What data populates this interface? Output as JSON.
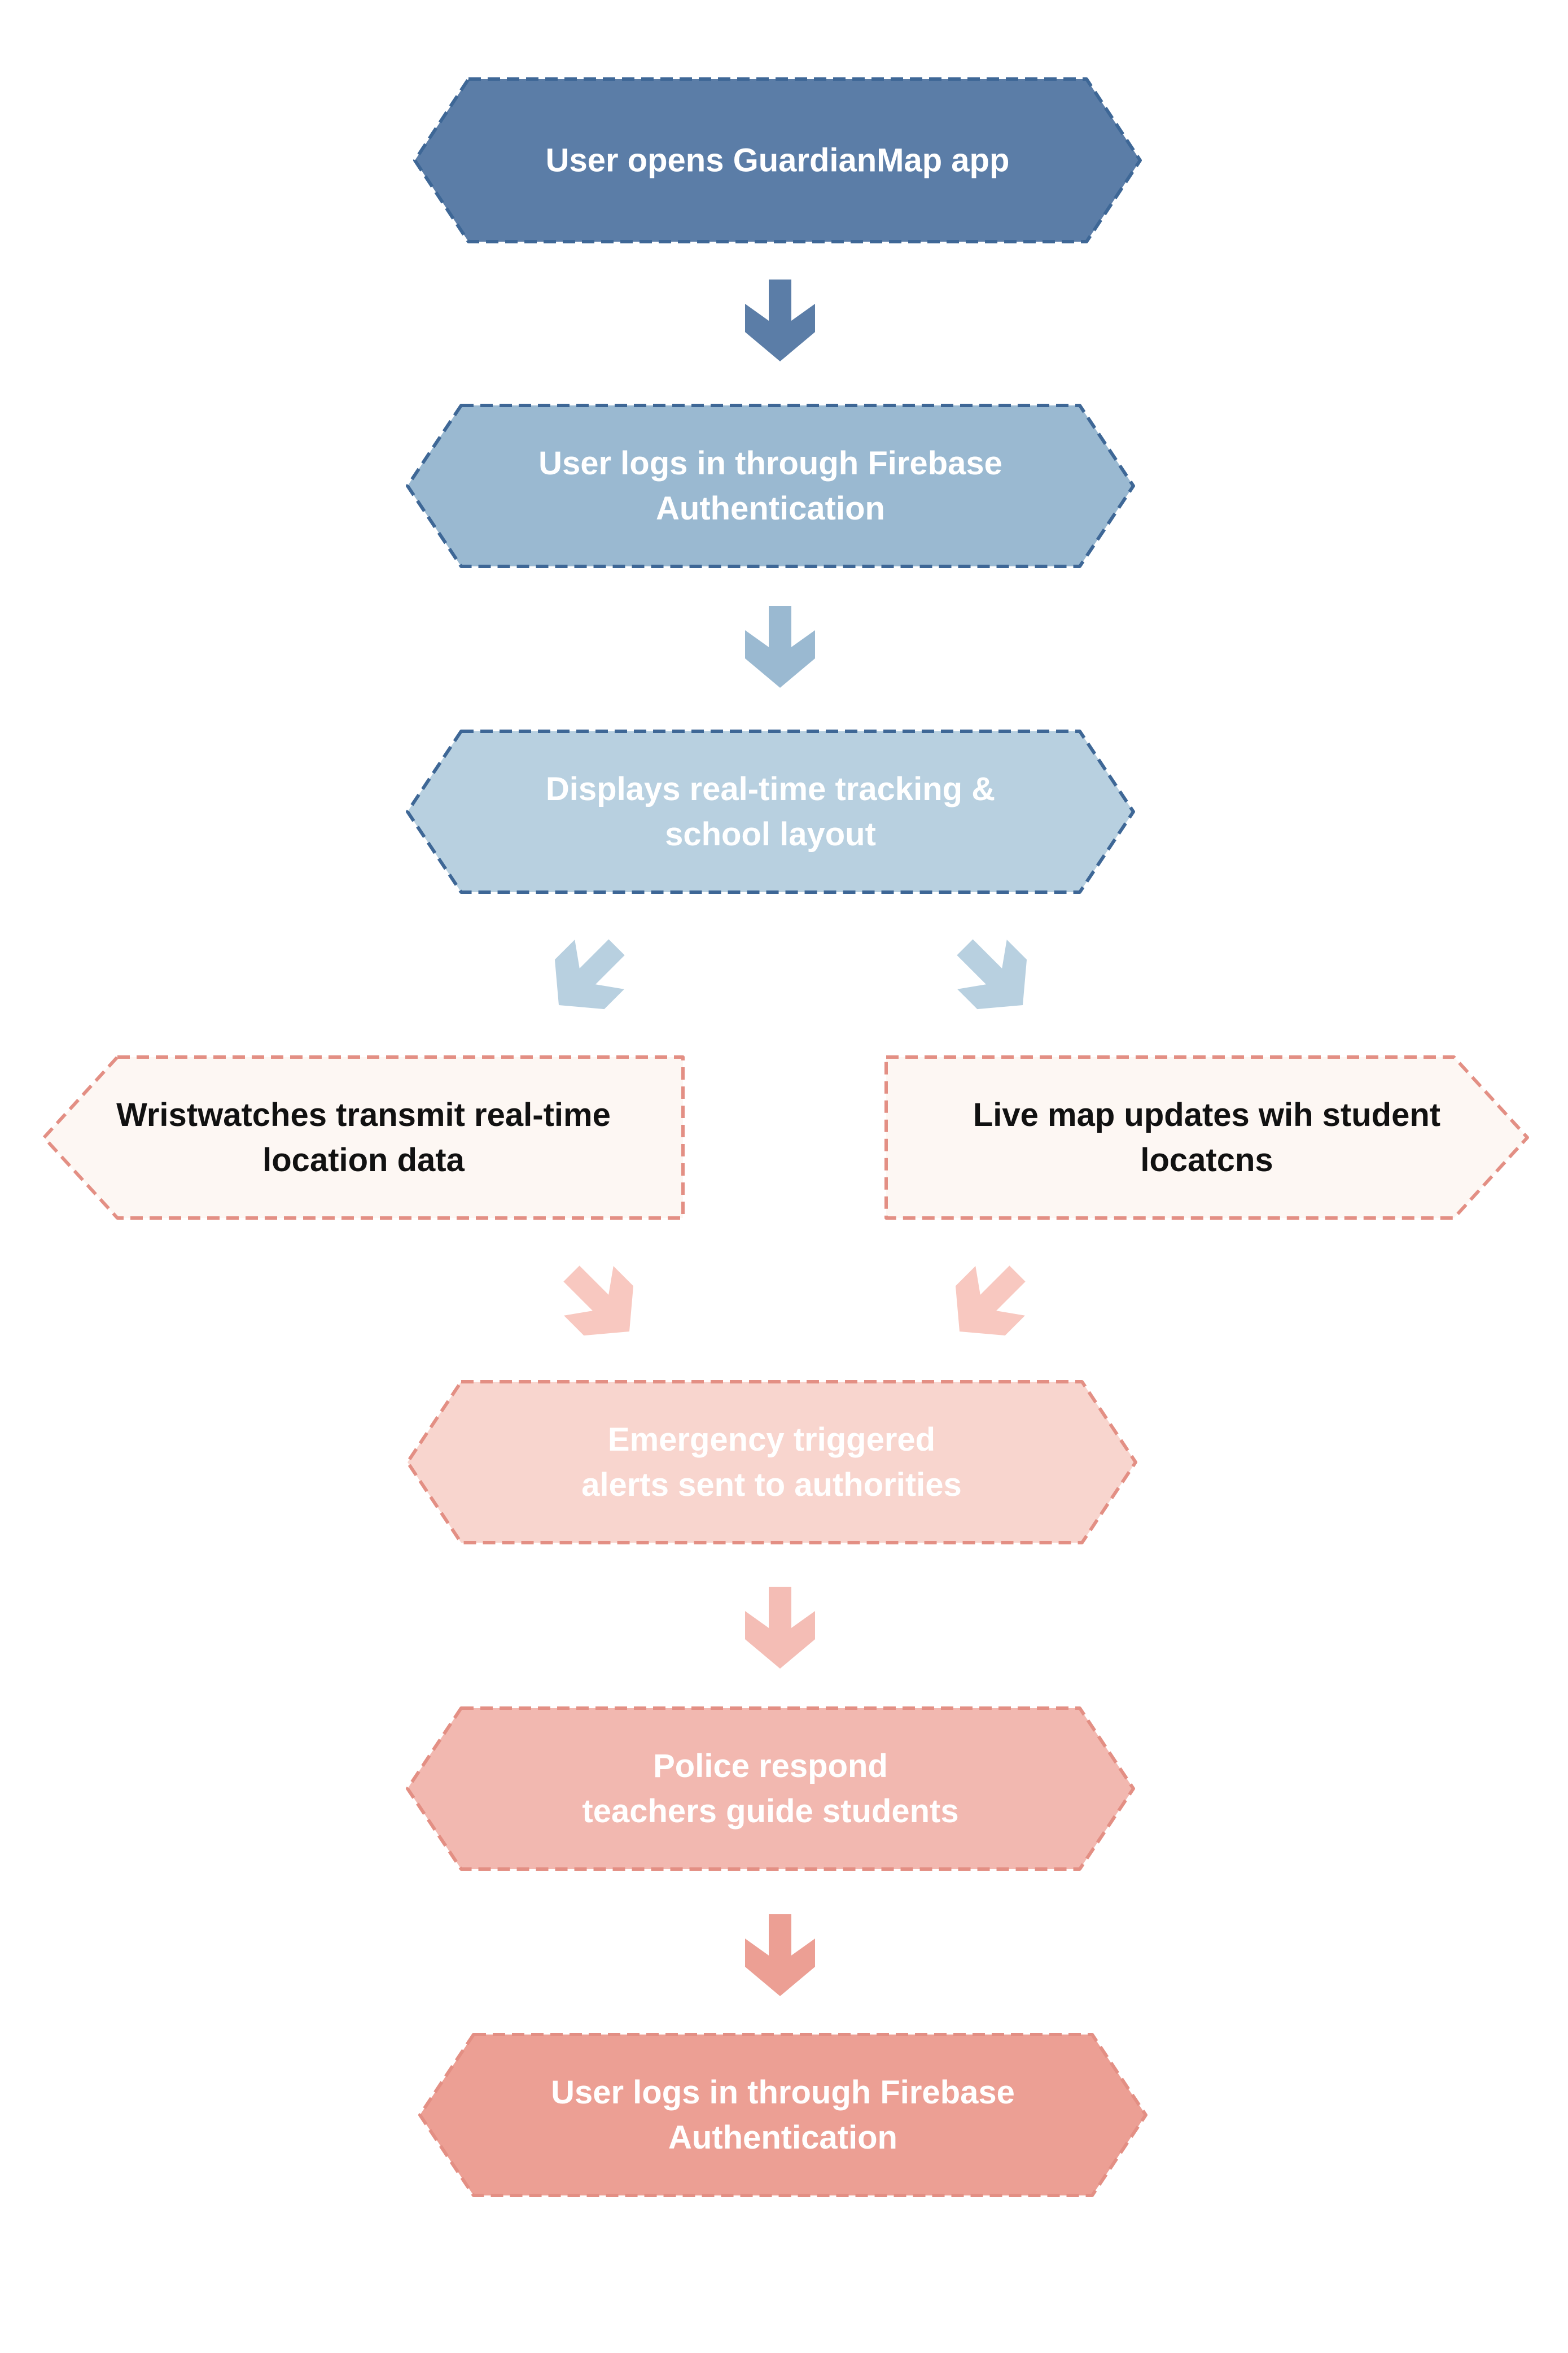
{
  "colors": {
    "background": "#ffffff",
    "dash_blue": "#3e6796",
    "dash_red": "#e38f84",
    "text_light": "#ffffff",
    "text_dark": "#111111"
  },
  "nodes": [
    {
      "id": "n1",
      "lines": [
        "User opens GuardianMap app"
      ],
      "shape": "hexagon",
      "fill": "#5b7da7",
      "stroke": "#3e6796",
      "text_color": "#ffffff"
    },
    {
      "id": "n2",
      "lines": [
        "User logs in through Firebase",
        "Authentication"
      ],
      "shape": "hexagon",
      "fill": "#9ab9d1",
      "stroke": "#3e6796",
      "text_color": "#ffffff"
    },
    {
      "id": "n3",
      "lines": [
        "Displays real-time tracking &",
        "school layout"
      ],
      "shape": "hexagon",
      "fill": "#b8d0e0",
      "stroke": "#3e6796",
      "text_color": "#ffffff"
    },
    {
      "id": "n4",
      "lines": [
        "Wristwatches transmit real-time",
        "location data"
      ],
      "shape": "pentagon-left",
      "fill": "#fdf7f3",
      "stroke": "#e38f84",
      "text_color": "#111111"
    },
    {
      "id": "n5",
      "lines": [
        "Live map updates wih student",
        "locatcns"
      ],
      "shape": "pentagon-right",
      "fill": "#fdf7f3",
      "stroke": "#e38f84",
      "text_color": "#111111"
    },
    {
      "id": "n6",
      "lines": [
        "Emergency triggered",
        "alerts sent to authorities"
      ],
      "shape": "hexagon",
      "fill": "#f8d5ce",
      "stroke": "#e38f84",
      "text_color": "#ffffff"
    },
    {
      "id": "n7",
      "lines": [
        "Police respond",
        "teachers guide students"
      ],
      "shape": "hexagon",
      "fill": "#f2b8b0",
      "stroke": "#e38f84",
      "text_color": "#ffffff"
    },
    {
      "id": "n8",
      "lines": [
        "User logs in through Firebase",
        "Authentication"
      ],
      "shape": "hexagon",
      "fill": "#ec9f94",
      "stroke": "#e38f84",
      "text_color": "#ffffff"
    }
  ],
  "arrows": [
    {
      "id": "a1",
      "from": "n1",
      "to": "n2",
      "direction": "down",
      "color": "#5b7da7"
    },
    {
      "id": "a2",
      "from": "n2",
      "to": "n3",
      "direction": "down",
      "color": "#9ab9d1"
    },
    {
      "id": "a3",
      "from": "n3",
      "to": "n4",
      "direction": "down-left",
      "color": "#b8d0e0"
    },
    {
      "id": "a4",
      "from": "n3",
      "to": "n5",
      "direction": "down-right",
      "color": "#b8d0e0"
    },
    {
      "id": "a5",
      "from": "n4",
      "to": "n6",
      "direction": "down-right",
      "color": "#f8c8c0"
    },
    {
      "id": "a6",
      "from": "n5",
      "to": "n6",
      "direction": "down-left",
      "color": "#f8c8c0"
    },
    {
      "id": "a7",
      "from": "n6",
      "to": "n7",
      "direction": "down",
      "color": "#f4bdb5"
    },
    {
      "id": "a8",
      "from": "n7",
      "to": "n8",
      "direction": "down",
      "color": "#ec9f94"
    }
  ]
}
